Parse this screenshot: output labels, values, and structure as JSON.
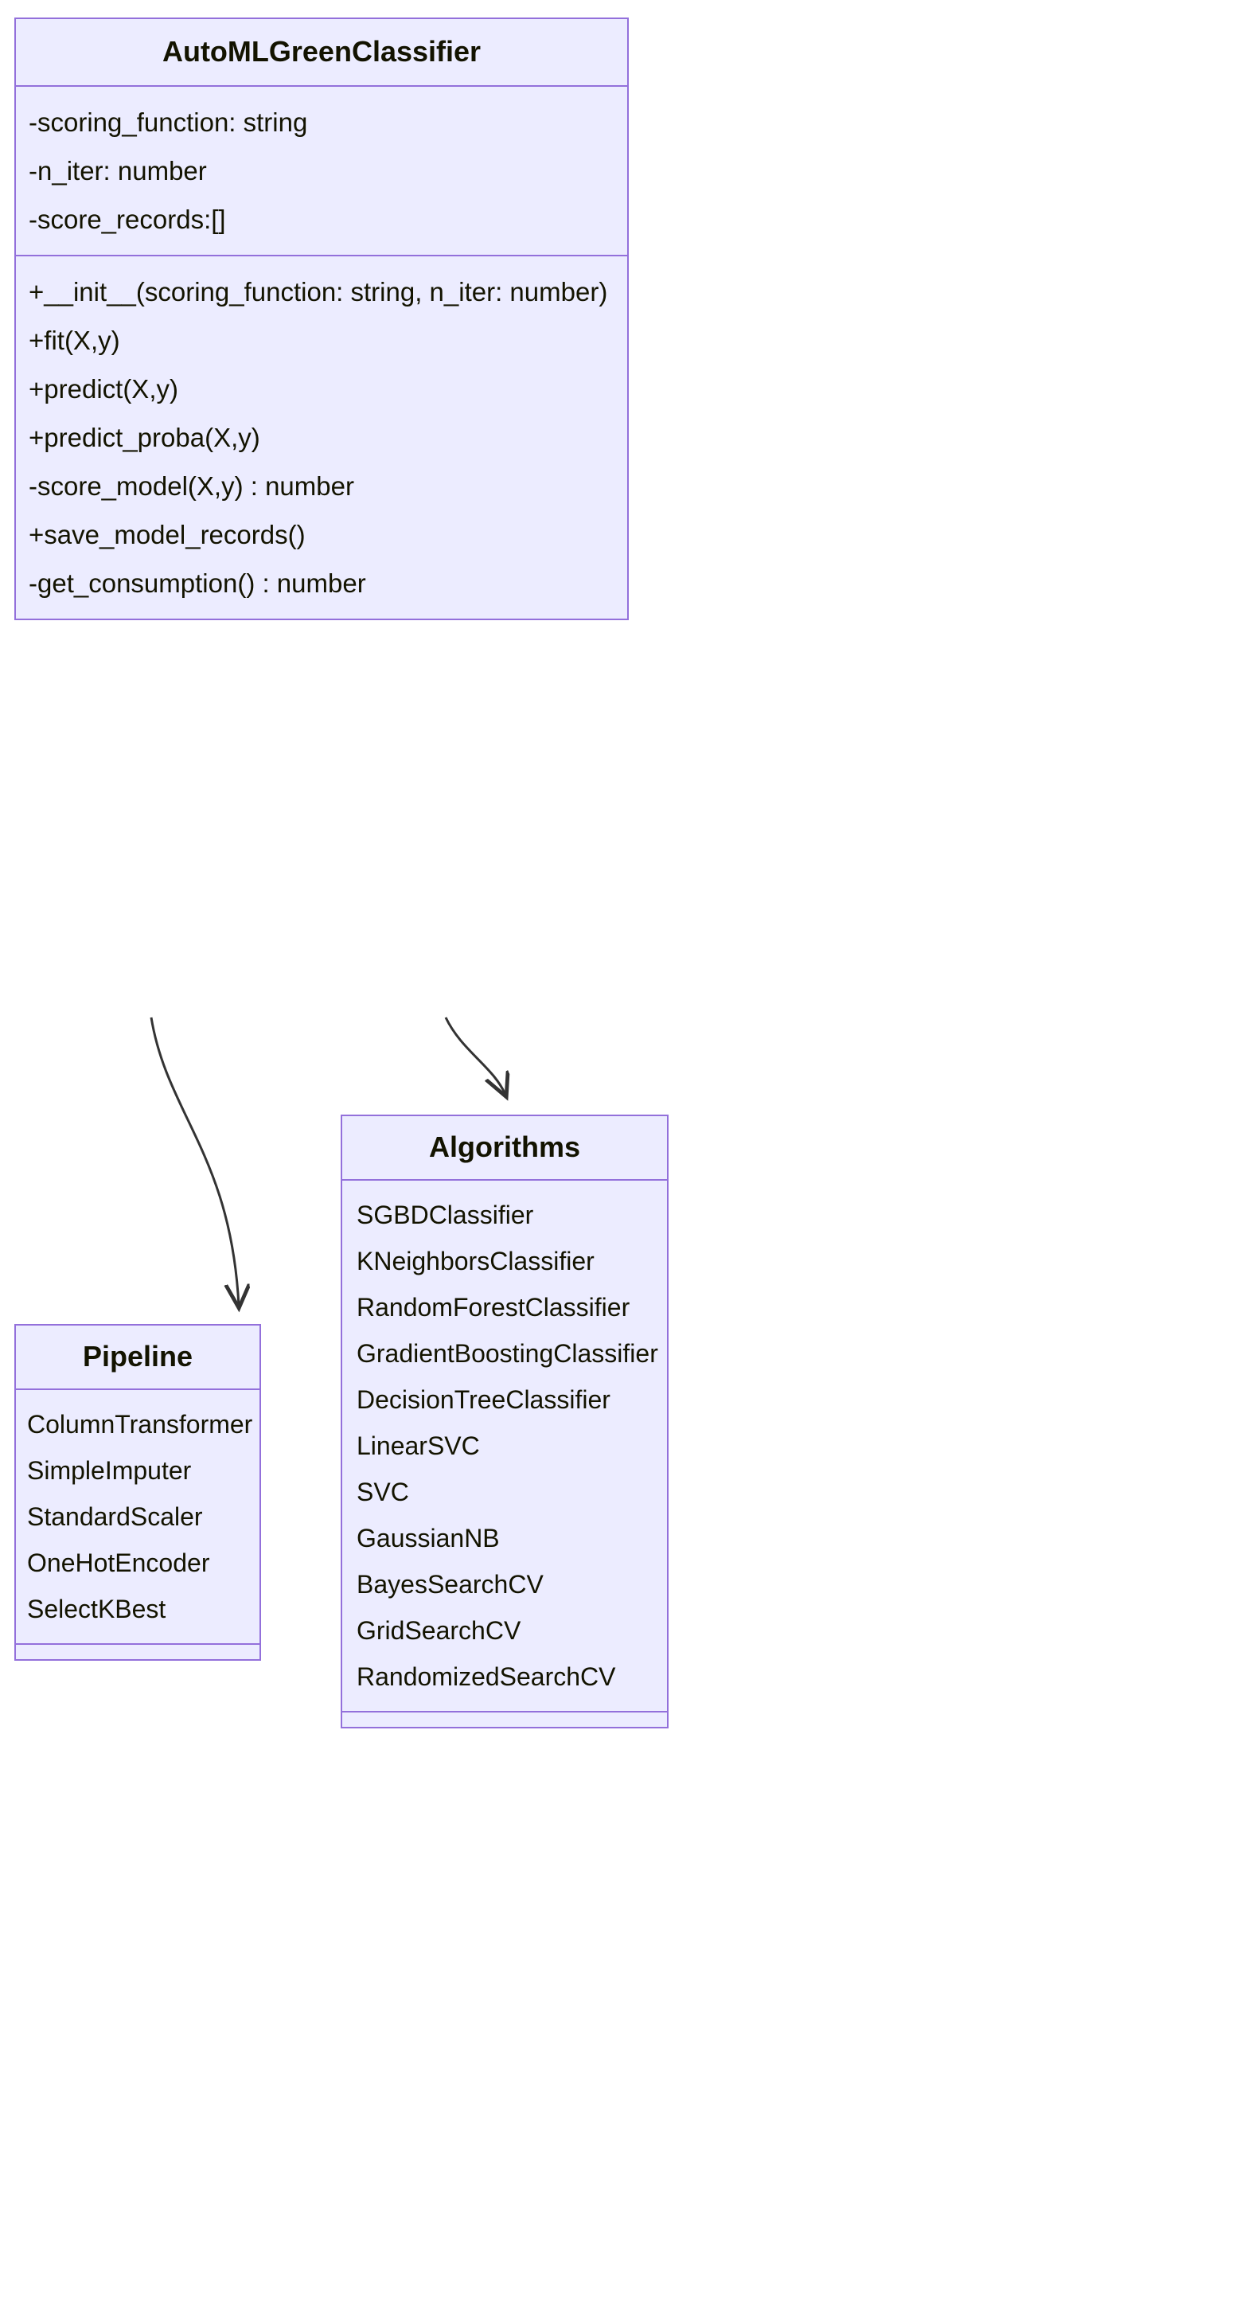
{
  "diagram": {
    "type": "uml-class-diagram",
    "colors": {
      "box_fill": "#ECECFF",
      "box_border": "#9370DB",
      "text": "#131300",
      "edge": "#333333",
      "background": "#FFFFFF"
    },
    "classes": [
      {
        "id": "automlgreenclassifier",
        "name": "AutoMLGreenClassifier",
        "attributes": [
          "-scoring_function: string",
          "-n_iter: number",
          "-score_records:[]"
        ],
        "methods": [
          "+__init__(scoring_function: string, n_iter: number)",
          "+fit(X,y)",
          "+predict(X,y)",
          "+predict_proba(X,y)",
          "-score_model(X,y) : number",
          "+save_model_records()",
          "-get_consumption() : number"
        ]
      },
      {
        "id": "pipeline",
        "name": "Pipeline",
        "attributes": [
          "ColumnTransformer",
          "SimpleImputer",
          "StandardScaler",
          "OneHotEncoder",
          "SelectKBest"
        ],
        "methods": []
      },
      {
        "id": "algorithms",
        "name": "Algorithms",
        "attributes": [
          "SGBDClassifier",
          "KNeighborsClassifier",
          "RandomForestClassifier",
          "GradientBoostingClassifier",
          "DecisionTreeClassifier",
          "LinearSVC",
          "SVC",
          "GaussianNB",
          "BayesSearchCV",
          "GridSearchCV",
          "RandomizedSearchCV"
        ],
        "methods": []
      }
    ],
    "relationships": [
      {
        "from": "automlgreenclassifier",
        "to": "pipeline",
        "arrow": "open-arrow"
      },
      {
        "from": "automlgreenclassifier",
        "to": "algorithms",
        "arrow": "open-arrow"
      }
    ]
  }
}
